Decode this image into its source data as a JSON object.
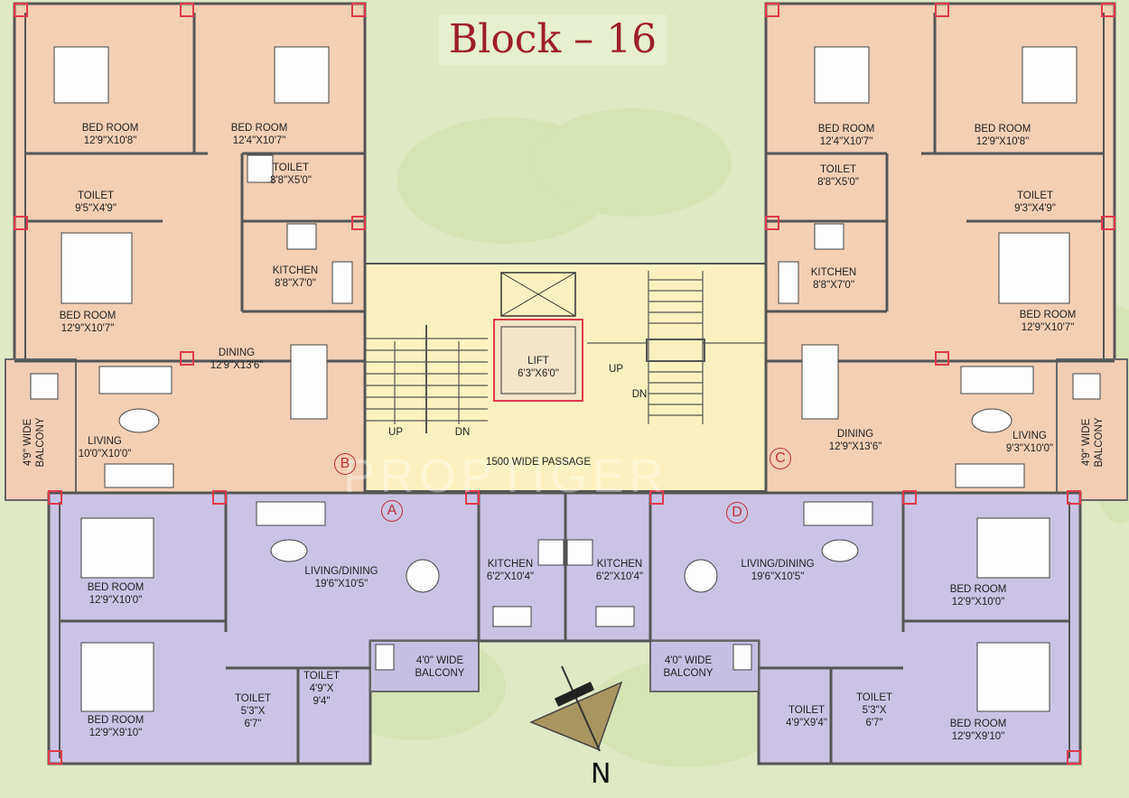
{
  "title": "Block – 16",
  "north": "N",
  "watermark": "PROPTIGER",
  "units": {
    "a": "A",
    "b": "B",
    "c": "C",
    "d": "D"
  },
  "passage": "1500 WIDE PASSAGE",
  "lift": {
    "name": "LIFT",
    "size": "6'3\"X6'0\""
  },
  "stairs": {
    "up_left": "UP",
    "dn_left": "DN",
    "up_right": "UP",
    "dn_right": "DN"
  },
  "unit_b": {
    "bed1": {
      "name": "BED ROOM",
      "size": "12'9\"X10'8\""
    },
    "bed2": {
      "name": "BED ROOM",
      "size": "12'4\"X10'7\""
    },
    "toilet1": {
      "name": "TOILET",
      "size": "8'8\"X5'0\""
    },
    "toilet2": {
      "name": "TOILET",
      "size": "9'5\"X4'9\""
    },
    "kitchen": {
      "name": "KITCHEN",
      "size": "8'8\"X7'0\""
    },
    "bed3": {
      "name": "BED ROOM",
      "size": "12'9\"X10'7\""
    },
    "dining": {
      "name": "DINING",
      "size": "12'9\"X13'6\""
    },
    "living": {
      "name": "LIVING",
      "size": "10'0\"X10'0\""
    },
    "balcony": {
      "name": "4'9\" WIDE",
      "name2": "BALCONY"
    }
  },
  "unit_c": {
    "bed1": {
      "name": "BED ROOM",
      "size": "12'4\"X10'7\""
    },
    "bed2": {
      "name": "BED ROOM",
      "size": "12'9\"X10'8\""
    },
    "toilet1": {
      "name": "TOILET",
      "size": "8'8\"X5'0\""
    },
    "toilet2": {
      "name": "TOILET",
      "size": "9'3\"X4'9\""
    },
    "kitchen": {
      "name": "KITCHEN",
      "size": "8'8\"X7'0\""
    },
    "bed3": {
      "name": "BED ROOM",
      "size": "12'9\"X10'7\""
    },
    "dining": {
      "name": "DINING",
      "size": "12'9\"X13'6\""
    },
    "living": {
      "name": "LIVING",
      "size": "9'3\"X10'0\""
    },
    "balcony": {
      "name": "4'9\" WIDE",
      "name2": "BALCONY"
    }
  },
  "unit_a": {
    "bed1": {
      "name": "BED ROOM",
      "size": "12'9\"X10'0\""
    },
    "living": {
      "name": "LIVING/DINING",
      "size": "19'6\"X10'5\""
    },
    "kitchen": {
      "name": "KITCHEN",
      "size": "6'2\"X10'4\""
    },
    "bed2": {
      "name": "BED ROOM",
      "size": "12'9\"X9'10\""
    },
    "toilet1": {
      "name": "TOILET",
      "size1": "5'3\"X",
      "size2": "6'7\""
    },
    "toilet2": {
      "name": "TOILET",
      "size1": "4'9\"X",
      "size2": "9'4\""
    },
    "balcony": {
      "name": "4'0\" WIDE",
      "name2": "BALCONY"
    }
  },
  "unit_d": {
    "kitchen": {
      "name": "KITCHEN",
      "size": "6'2\"X10'4\""
    },
    "living": {
      "name": "LIVING/DINING",
      "size": "19'6\"X10'5\""
    },
    "bed1": {
      "name": "BED ROOM",
      "size": "12'9\"X10'0\""
    },
    "balcony": {
      "name": "4'0\" WIDE",
      "name2": "BALCONY"
    },
    "toilet1": {
      "name": "TOILET",
      "size": "4'9\"X9'4\""
    },
    "toilet2": {
      "name": "TOILET",
      "size1": "5'3\"X",
      "size2": "6'7\""
    },
    "bed2": {
      "name": "BED ROOM",
      "size": "12'9\"X9'10\""
    }
  },
  "colors": {
    "background": "#dfe9c4",
    "upper_units": "#f3cfb4",
    "lower_units": "#cac3e6",
    "core": "#fbf1c0",
    "balcony": "#c5bfe3",
    "wall": "#555555",
    "accent_red": "#e03a4a",
    "title": "#9e1f28"
  }
}
